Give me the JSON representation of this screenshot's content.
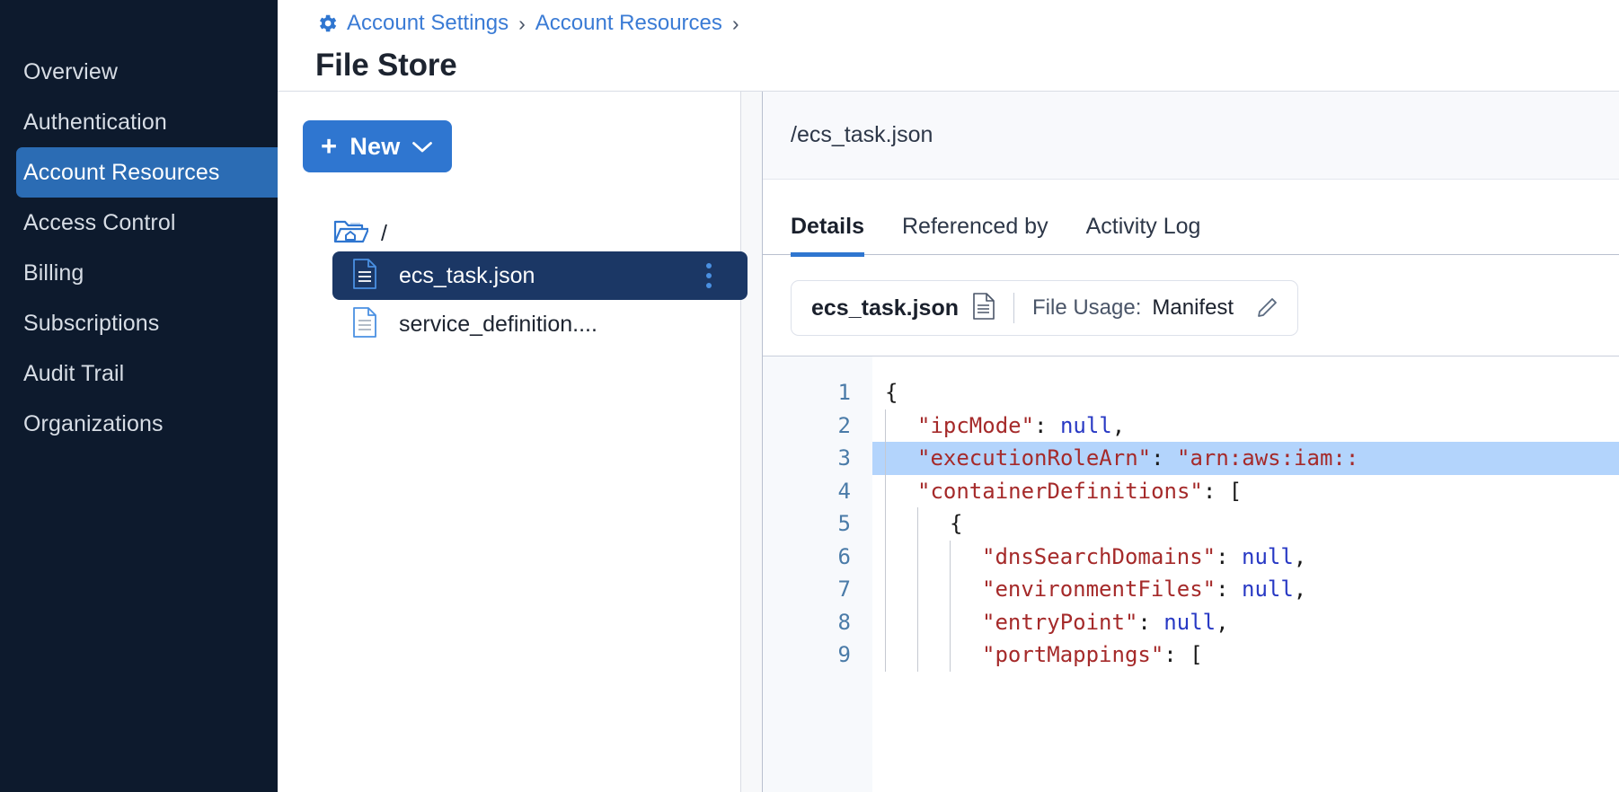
{
  "sidebar": {
    "items": [
      {
        "label": "Overview",
        "active": false
      },
      {
        "label": "Authentication",
        "active": false
      },
      {
        "label": "Account Resources",
        "active": true
      },
      {
        "label": "Access Control",
        "active": false
      },
      {
        "label": "Billing",
        "active": false
      },
      {
        "label": "Subscriptions",
        "active": false
      },
      {
        "label": "Audit Trail",
        "active": false
      },
      {
        "label": "Organizations",
        "active": false
      }
    ]
  },
  "header": {
    "breadcrumb": [
      {
        "label": "Account Settings",
        "icon": "gear-icon"
      },
      {
        "label": "Account Resources"
      }
    ],
    "separator": "›",
    "title": "File Store"
  },
  "tree_pane": {
    "new_button": {
      "label": "New",
      "plus": "+",
      "chevron": "chevron-down-icon"
    },
    "root": {
      "label": "/",
      "icon": "home-folder-icon"
    },
    "files": [
      {
        "name": "ecs_task.json",
        "selected": true,
        "menu": "kebab-menu-icon"
      },
      {
        "name": "service_definition....",
        "selected": false
      }
    ]
  },
  "detail": {
    "path": "/ecs_task.json",
    "tabs": [
      {
        "label": "Details",
        "active": true
      },
      {
        "label": "Referenced by",
        "active": false
      },
      {
        "label": "Activity Log",
        "active": false
      }
    ],
    "usage_card": {
      "file_name": "ecs_task.json",
      "file_icon": "document-icon",
      "usage_label": "File Usage:",
      "usage_value": "Manifest",
      "edit_icon": "pencil-icon"
    },
    "editor": {
      "highlighted_line": 3,
      "lines": [
        {
          "n": 1,
          "indent": 0,
          "text": "{"
        },
        {
          "n": 2,
          "indent": 1,
          "key": "ipcMode",
          "value": "null",
          "value_type": "null",
          "trail": ","
        },
        {
          "n": 3,
          "indent": 1,
          "key": "executionRoleArn",
          "value": "\"arn:aws:iam::",
          "value_type": "string",
          "trail": ""
        },
        {
          "n": 4,
          "indent": 1,
          "key": "containerDefinitions",
          "value": "[",
          "value_type": "punct",
          "trail": ""
        },
        {
          "n": 5,
          "indent": 2,
          "text": "{"
        },
        {
          "n": 6,
          "indent": 3,
          "key": "dnsSearchDomains",
          "value": "null",
          "value_type": "null",
          "trail": ","
        },
        {
          "n": 7,
          "indent": 3,
          "key": "environmentFiles",
          "value": "null",
          "value_type": "null",
          "trail": ","
        },
        {
          "n": 8,
          "indent": 3,
          "key": "entryPoint",
          "value": "null",
          "value_type": "null",
          "trail": ","
        },
        {
          "n": 9,
          "indent": 3,
          "key": "portMappings",
          "value": "[",
          "value_type": "punct",
          "trail": ""
        }
      ]
    }
  },
  "colors": {
    "sidebar_bg": "#0d1a2d",
    "accent_blue": "#2f76d0",
    "selected_file_bg": "#1b3765",
    "link_blue": "#3a7bd5",
    "code_key": "#a52a2a",
    "code_null": "#2839c4",
    "line_highlight": "#b3d4fc"
  }
}
